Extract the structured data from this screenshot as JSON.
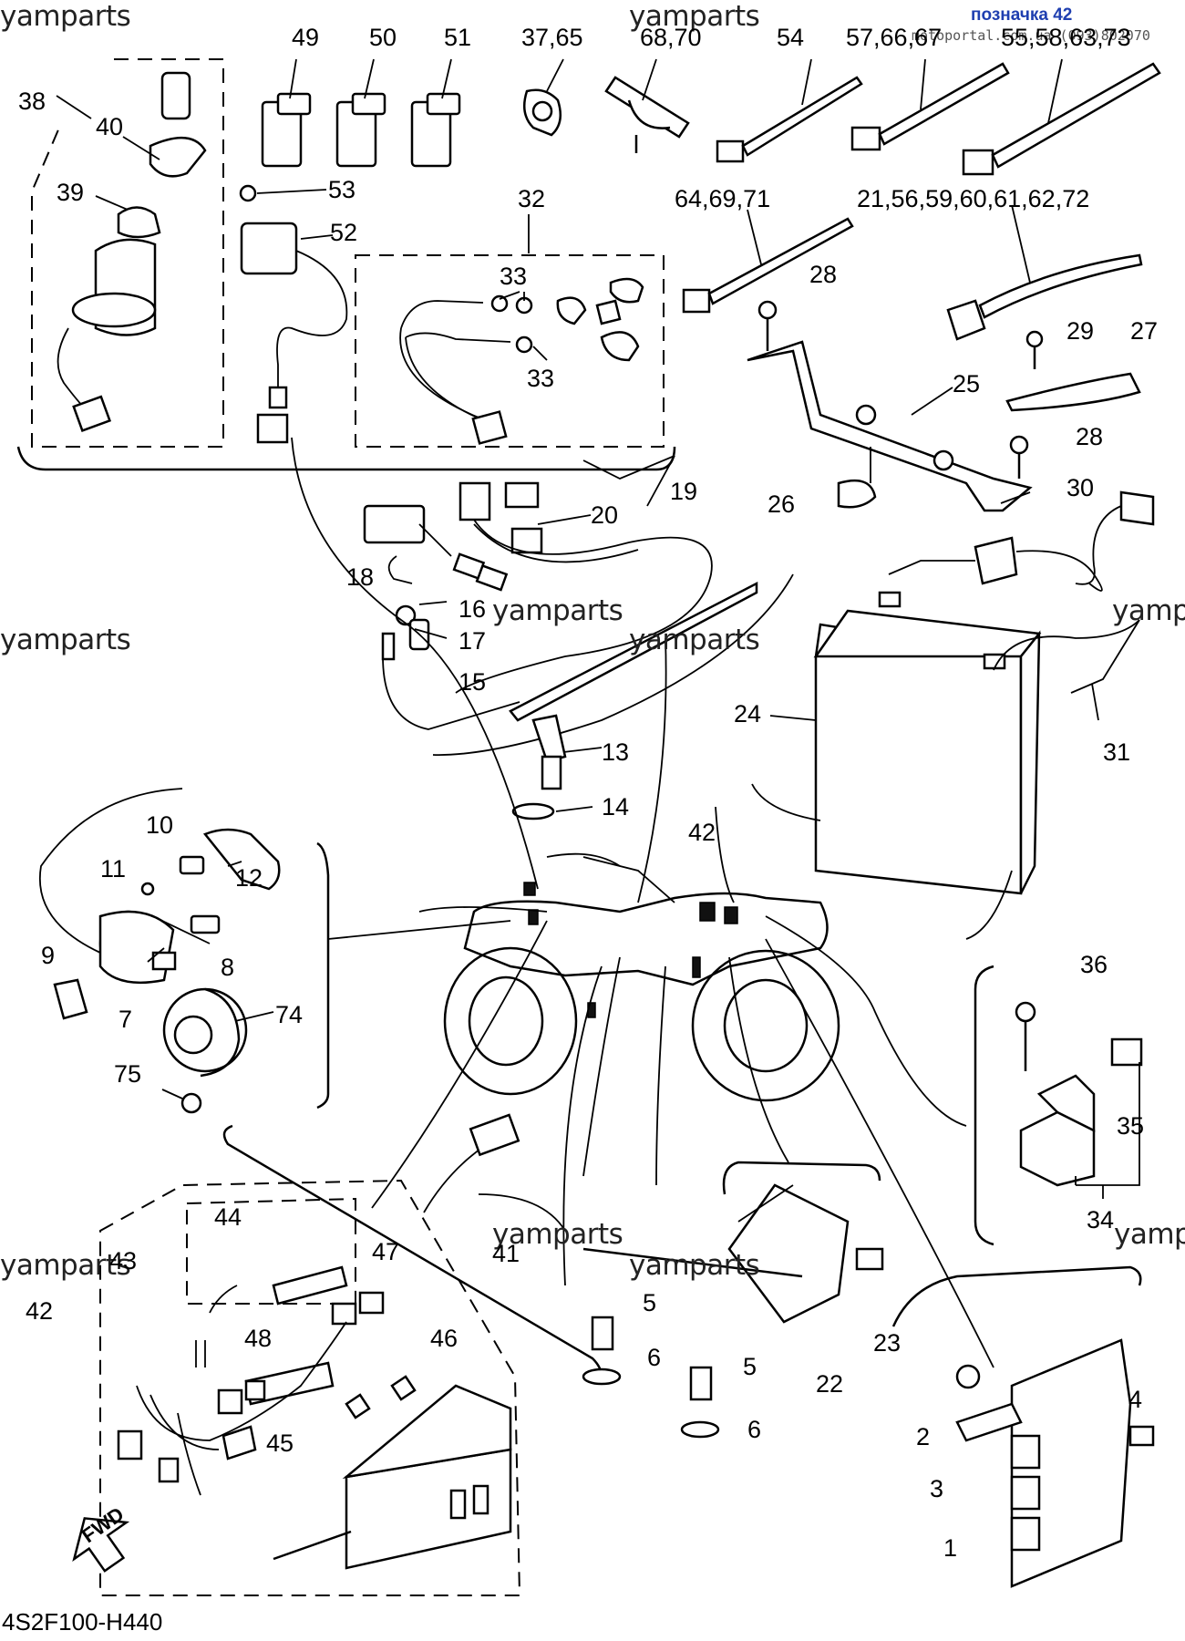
{
  "header": {
    "note": "позначка 42",
    "site_text": "motoportal.com.ua (093)802070"
  },
  "watermarks": [
    "yamparts",
    "yamparts",
    "yamparts",
    "yamparts",
    "yamparts",
    "yamparts",
    "yamparts",
    "yamparts",
    "yamparts",
    "yamparts"
  ],
  "callouts": [
    "49",
    "50",
    "51",
    "37,65",
    "68,70",
    "54",
    "57,66,67",
    "55,58,63,73",
    "38",
    "40",
    "39",
    "53",
    "52",
    "32",
    "33",
    "33",
    "64,69,71",
    "21,56,59,60,61,62,72",
    "28",
    "29",
    "27",
    "25",
    "28",
    "26",
    "30",
    "19",
    "20",
    "18",
    "16",
    "17",
    "15",
    "24",
    "31",
    "13",
    "14",
    "42",
    "10",
    "11",
    "12",
    "9",
    "8",
    "7",
    "74",
    "75",
    "36",
    "35",
    "34",
    "44",
    "43",
    "47",
    "42",
    "48",
    "46",
    "45",
    "41",
    "5",
    "6",
    "5",
    "6",
    "23",
    "22",
    "2",
    "4",
    "3",
    "1"
  ],
  "fwd_label": "FWD",
  "diagram_code": "4S2F100-H440"
}
